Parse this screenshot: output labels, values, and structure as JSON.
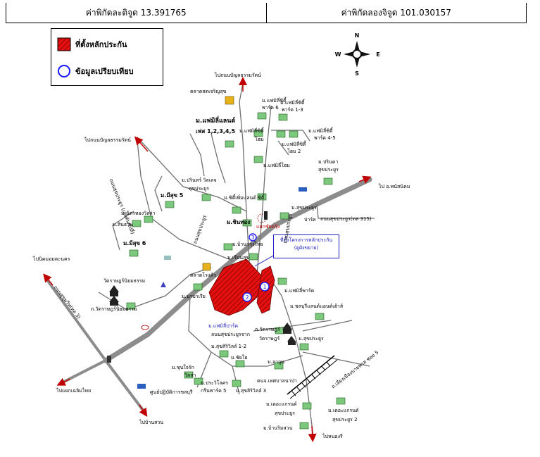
{
  "header": {
    "lat_label": "ค่าพิกัดละติจูด 13.391765",
    "lng_label": "ค่าพิกัดลองจิจูด 101.030157"
  },
  "legend": {
    "collateral": "ที่ตั้งหลักประกัน",
    "comparable": "ข้อมูลเปรียบเทียบ"
  },
  "compass": {
    "n": "N",
    "s": "S",
    "e": "E",
    "w": "W"
  },
  "callout": {
    "line1": "ที่ตั้งโครงการหลักประกัน",
    "line2": "(ดูผังขยาย)"
  },
  "colors": {
    "road": "#8c8c8c",
    "collateral": "#cc0000",
    "arrow": "#c00000",
    "comparable": "#1a1aff"
  },
  "labels": {
    "to_bang_phra_north": "ไปถนนบัญลธรรมรัตน์",
    "talad": "ตลาดสดเจริญสุข",
    "m_family_land": "ม.แฟมิลี่แลนด์",
    "phase": "เฟส 1,2,3,4,5",
    "to_bang_phra_west": "ไปถนนบัญลธรรมรัตน์",
    "road_sukprayoon_west": "ถนนสุขประยูร (เลยคันซ์ปลี่)",
    "m_family1": "ม.แฟมิลี่ซิตี้",
    "family_park6": "พาร์ค 6",
    "m_family2": "ม.แฟมิลี่ซิตี้",
    "park13": "พาร์ค 1-3",
    "m_family3": "ม.แฟมิลี่ซิตี้",
    "home": "โฮม",
    "m_family4": "ม.แฟมิลี่ซิตี้",
    "park45": "พาร์ค 4-5",
    "m_family5": "ม.แฟมิลี่ซิตี้",
    "home2": "โฮม 2",
    "m_familyhome": "ม.แฟมิลี่โฮม",
    "m_prinda": "ม.ปรินดา",
    "sukprayoon": "สุขประยูร",
    "to_phanat": "ไป อ.พนัสนิคม",
    "m_prin": "ม.ปรินทร์ วิลเลจ",
    "sukprayoon2": "สุขประยูร",
    "m_meesuk5": "ม.มีสุข 5",
    "m_city": "ม.ซิตี้เพิ่มแลนด์ ซิตี้",
    "m_sukprayoon_park": "ม.สุขประยูร",
    "park": "ปาร์ค",
    "road315": "ถนนสุขประยูร(ทล 315)",
    "m_chatchai": "ม.ฉัตรทองวิลล่า",
    "m_sinthan": "ม.สินธาน",
    "m_chinthong": "ม.ชินทอง",
    "yaek": "แยกชัยดรุ้ง",
    "road_sukprayoon_mid": "ถนนสุขประยูร",
    "m_meesuk6": "ม.มีสุข 6",
    "m_baan": "ม.บ้านกรุงไทย",
    "m_rienthong": "ม.เรือนสุข",
    "to_nikom_west": "ไปนิคมอมตะนคร",
    "temple1": "วัดราษฎร์นิยมธรรม",
    "road_sukhumvit": "ถนนสุขุมวิท(ทล 3)",
    "talad2": "ตลาดโรงคั่ว",
    "m_bali": "ม.บาบาเรีย",
    "m_family_park_east": "ม.แฟมิลี่พาร์ค",
    "road_temple": "ถ.วัดราษฎร์นิยมธรรม",
    "m_chonburi": "ม.ชลบุรีแลนด์แอนด์เฮ้าส์",
    "road_sukprayoon_south": "ถนนสุขประยูร",
    "m_family_park": "ม.แฟมิลี่ปาร์ค",
    "road_sukprayoon_s2": "ถนนสุขประยูรจาก",
    "road_rm": "ถ.วัดราษฎร์",
    "watr": "วัดราษฎร์",
    "m_sukprayoon_c": "ม.สุขประยูร",
    "m_suksri": "ม.สุขสิริวิลล์ 1-2",
    "m_chaiyo": "ม.ชัยโย",
    "m_lagoon": "ม.ลากูน",
    "m_sairoong": "ม.ชุนใจรัก",
    "wila": "วิลล่า",
    "m_pracha": "ม.ประวิโลศร",
    "green": "กรีนพาร์ค 5",
    "m_suksri3": "ม.สุขสิริวิลล์ 3",
    "to_banbueng": "ไปแยกเฉลิมไทย",
    "police": "ศูนย์ปฏิบัติการชลบุรี",
    "market3": "ตนจ.เทศบาลนาป่า",
    "to_bankhai": "ไปบ้านสวน",
    "m_dc1": "ม.เดอะแกรนด์",
    "sukprayoon3": "สุขประยูร",
    "m_dc2": "ม.เดอะแกรนด์",
    "sukprayoon4": "สุขประยูร 2",
    "m_baansuan": "ม.บ้านริมสวน",
    "to_nongri": "ไปหนองรี",
    "road_south": "ถ.เลี่ยงเมืองบายพาส ซอย 5"
  },
  "points": {
    "p1": "1",
    "p2": "2",
    "p3": "3"
  }
}
